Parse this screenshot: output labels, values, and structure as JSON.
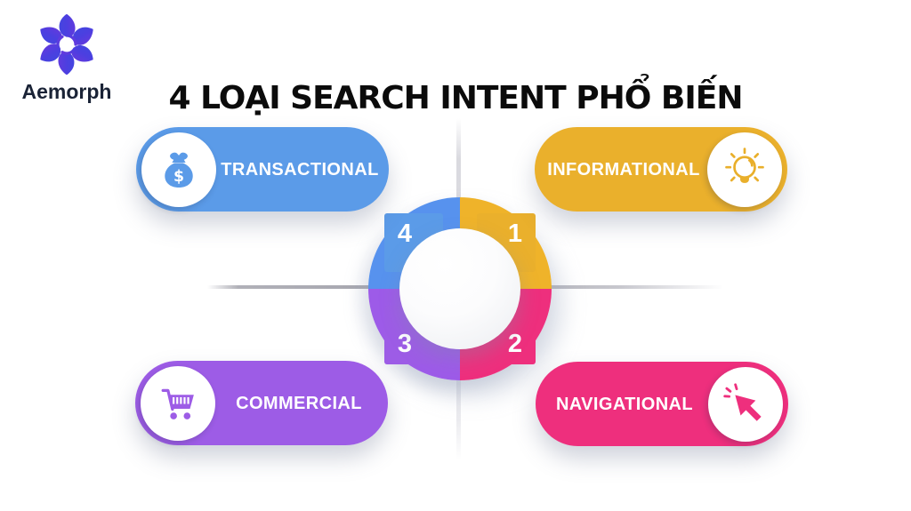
{
  "brand": {
    "name": "Aemorph"
  },
  "header": {
    "title": "4 LOẠI SEARCH INTENT PHỔ BIẾN"
  },
  "palette": {
    "blue": "#5B9BE8",
    "yellow": "#EAB02C",
    "purple": "#9D5CE6",
    "pink": "#EE2F7D",
    "logo_gradient_start": "#2E55E0",
    "logo_gradient_end": "#9230D8",
    "title_color": "#0B0B0B",
    "brand_text_color": "#1A2336"
  },
  "pills": [
    {
      "label": "TRANSACTIONAL",
      "color": "#5B9BE8",
      "icon": "money-bag-icon",
      "icon_side": "left",
      "position": "top-left",
      "number": "4"
    },
    {
      "label": "INFORMATIONAL",
      "color": "#EAB02C",
      "icon": "lightbulb-icon",
      "icon_side": "right",
      "position": "top-right",
      "number": "1"
    },
    {
      "label": "COMMERCIAL",
      "color": "#9D5CE6",
      "icon": "shopping-cart-icon",
      "icon_side": "left",
      "position": "bottom-left",
      "number": "3"
    },
    {
      "label": "NAVIGATIONAL",
      "color": "#EE2F7D",
      "icon": "cursor-click-icon",
      "icon_side": "right",
      "position": "bottom-right",
      "number": "2"
    }
  ],
  "wheel": {
    "segments": [
      {
        "number": "1",
        "color": "#EAB02C",
        "quadrant": "top-right"
      },
      {
        "number": "2",
        "color": "#EE2F7D",
        "quadrant": "bottom-right"
      },
      {
        "number": "3",
        "color": "#9D5CE6",
        "quadrant": "bottom-left"
      },
      {
        "number": "4",
        "color": "#5B9BE8",
        "quadrant": "top-left"
      }
    ]
  }
}
